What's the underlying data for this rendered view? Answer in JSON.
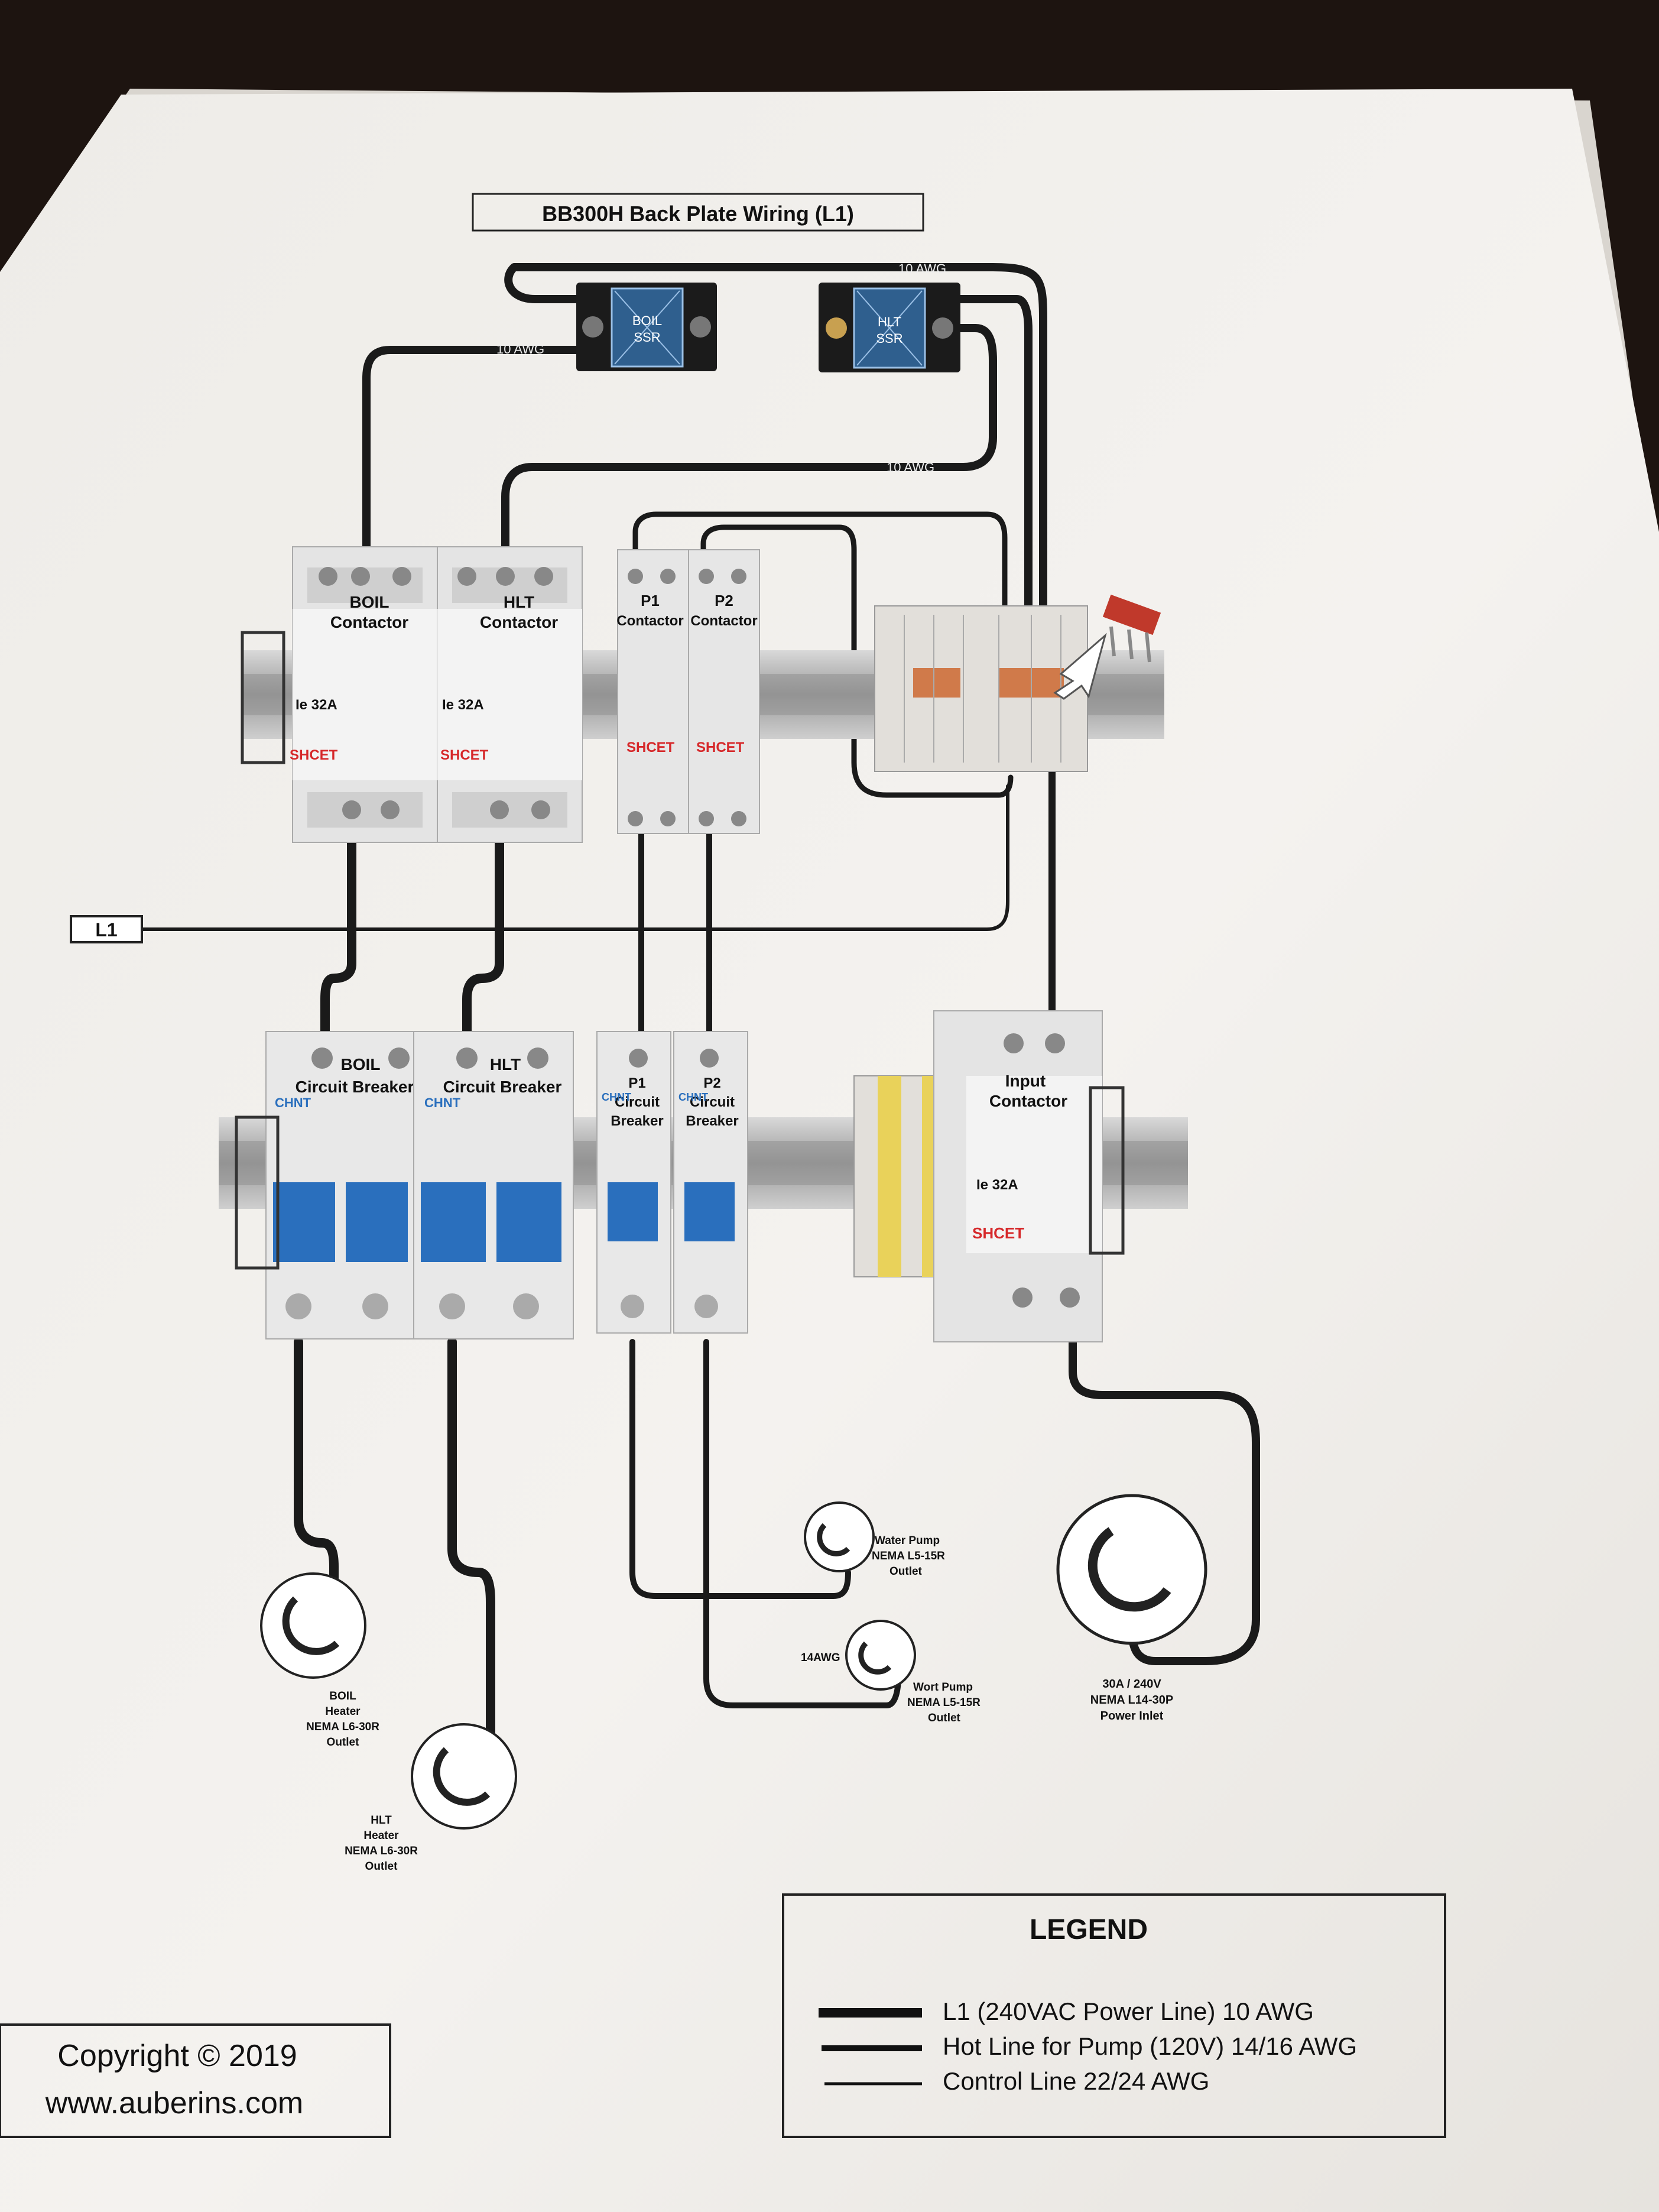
{
  "title": "BB300H Back Plate Wiring (L1)",
  "wire_gauge_label": "10 AWG",
  "ssr": {
    "boil": {
      "line1": "BOIL",
      "line2": "SSR"
    },
    "hlt": {
      "line1": "HLT",
      "line2": "SSR"
    }
  },
  "contactors": {
    "boil": {
      "line1": "BOIL",
      "line2": "Contactor",
      "brand": "SHCET",
      "rating": "Ie 32A"
    },
    "hlt": {
      "line1": "HLT",
      "line2": "Contactor",
      "brand": "SHCET",
      "rating": "Ie 32A"
    },
    "p1": {
      "line1": "P1",
      "line2": "Contactor",
      "brand": "SHCET"
    },
    "p2": {
      "line1": "P2",
      "line2": "Contactor",
      "brand": "SHCET"
    },
    "input": {
      "line1": "Input",
      "line2": "Contactor",
      "brand": "SHCET",
      "rating": "Ie 32A"
    }
  },
  "breakers": {
    "boil": {
      "line1": "BOIL",
      "line2": "Circuit Breaker",
      "brand": "CHNT"
    },
    "hlt": {
      "line1": "HLT",
      "line2": "Circuit Breaker",
      "brand": "CHNT"
    },
    "p1": {
      "line1": "P1",
      "line2": "Circuit",
      "line3": "Breaker",
      "brand": "CHNT"
    },
    "p2": {
      "line1": "P2",
      "line2": "Circuit",
      "line3": "Breaker",
      "brand": "CHNT"
    }
  },
  "l1_tag": "L1",
  "outlets": {
    "water_pump": {
      "line1": "Water Pump",
      "line2": "NEMA L5-15R",
      "line3": "Outlet"
    },
    "wort_pump": {
      "line1": "Wort Pump",
      "line2": "NEMA L5-15R",
      "line3": "Outlet",
      "wire": "14AWG"
    },
    "boil_heater": {
      "line1": "BOIL",
      "line2": "Heater",
      "line3": "NEMA L6-30R",
      "line4": "Outlet"
    },
    "hlt_heater": {
      "line1": "HLT",
      "line2": "Heater",
      "line3": "NEMA L6-30R",
      "line4": "Outlet"
    },
    "power_inlet": {
      "line1": "30A / 240V",
      "line2": "NEMA L14-30P",
      "line3": "Power Inlet"
    }
  },
  "legend": {
    "title": "LEGEND",
    "items": [
      {
        "label": "L1 (240VAC Power Line) 10 AWG",
        "weight": "thick"
      },
      {
        "label": "Hot Line for Pump (120V) 14/16 AWG",
        "weight": "medium"
      },
      {
        "label": "Control Line 22/24 AWG",
        "weight": "thin"
      }
    ]
  },
  "copyright": {
    "line1": "Copyright © 2019",
    "line2": "www.auberins.com"
  },
  "colors": {
    "wire": "#1a1a1a",
    "ssr": "#2f5f8e",
    "breaker_handle": "#2a6fbd",
    "brand_red": "#d6282a",
    "paper": "#f1efec",
    "bridge": "#c0392b"
  }
}
